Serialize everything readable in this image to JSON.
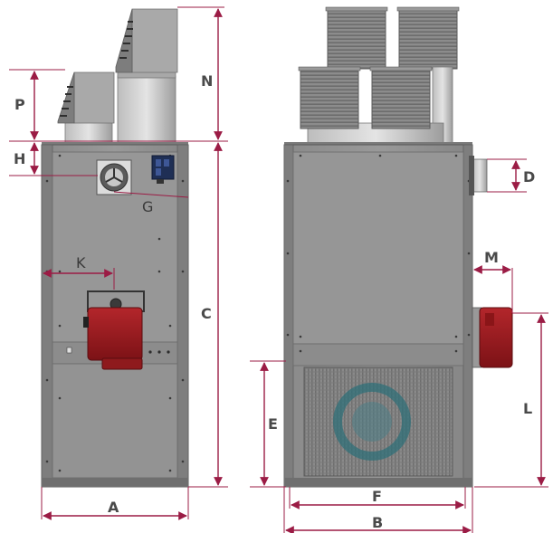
{
  "colors": {
    "dimension": "#9b1c45",
    "cabinet": "#8e8e8e",
    "frame": "#6d6d6d",
    "burner": "#9c1b1f",
    "fan": "#2f6f78"
  },
  "dimensions": {
    "A": "A",
    "B": "B",
    "C": "C",
    "D": "D",
    "E": "E",
    "F": "F",
    "G": "G",
    "H": "H",
    "K": "K",
    "L": "L",
    "M": "M",
    "N": "N",
    "P": "P"
  }
}
